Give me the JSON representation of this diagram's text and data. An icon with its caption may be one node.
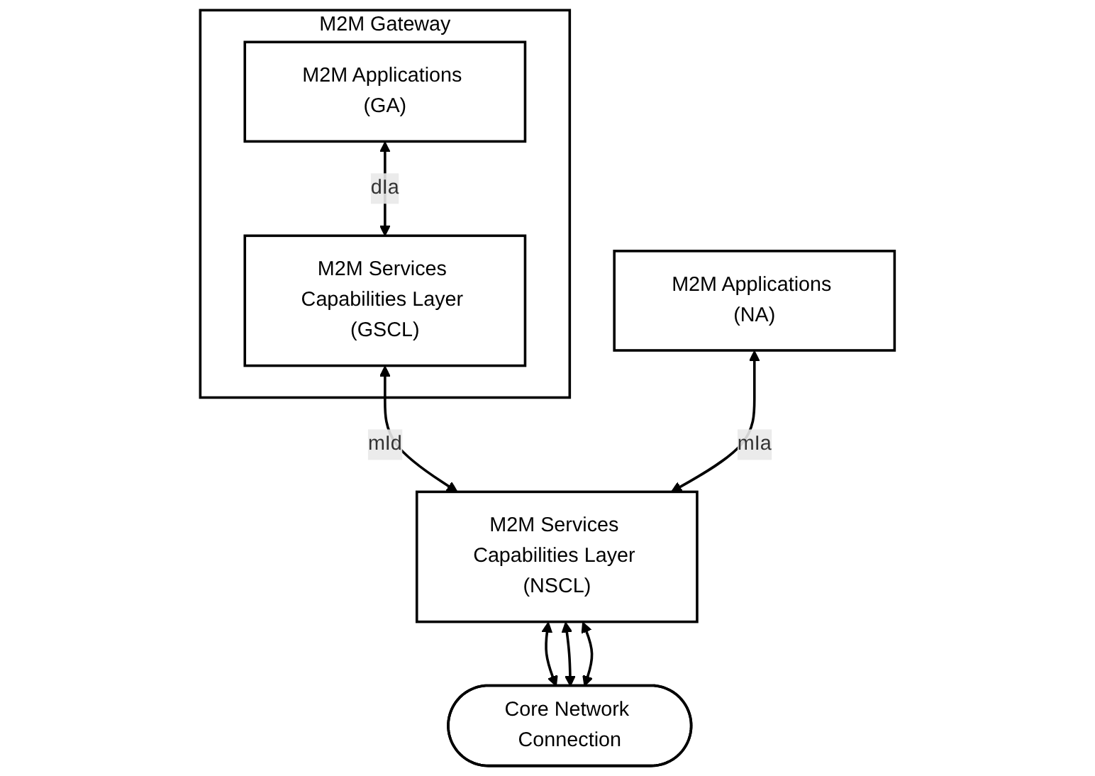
{
  "diagram": {
    "nodes": [
      {
        "text": [
          "M2M Gateway"
        ]
      },
      {
        "text": [
          "M2M Applications (GA)"
        ],
        "in": 0
      },
      {
        "text": [
          "M2M Services Capabilities Layer (GSCL)"
        ],
        "in": 0
      },
      {
        "text": [
          "M2M Applications (NA)"
        ]
      },
      {
        "text": [
          "M2M Services Capabilities Layer (NSCL)"
        ]
      },
      {
        "text": [
          "Core Network Connection"
        ]
      }
    ],
    "edges": [
      {
        "from": 1,
        "to": 2,
        "arrow": "both",
        "label": "dIa"
      },
      {
        "from": 2,
        "to": 4,
        "arrow": "both",
        "label": "mId"
      },
      {
        "from": 3,
        "to": 4,
        "arrow": "both",
        "label": "mIa"
      },
      {
        "from": 4,
        "to": 5,
        "arrow": "both"
      },
      {
        "from": 4,
        "to": 5,
        "arrow": "both"
      },
      {
        "from": 4,
        "to": 5,
        "arrow": "both"
      }
    ]
  }
}
